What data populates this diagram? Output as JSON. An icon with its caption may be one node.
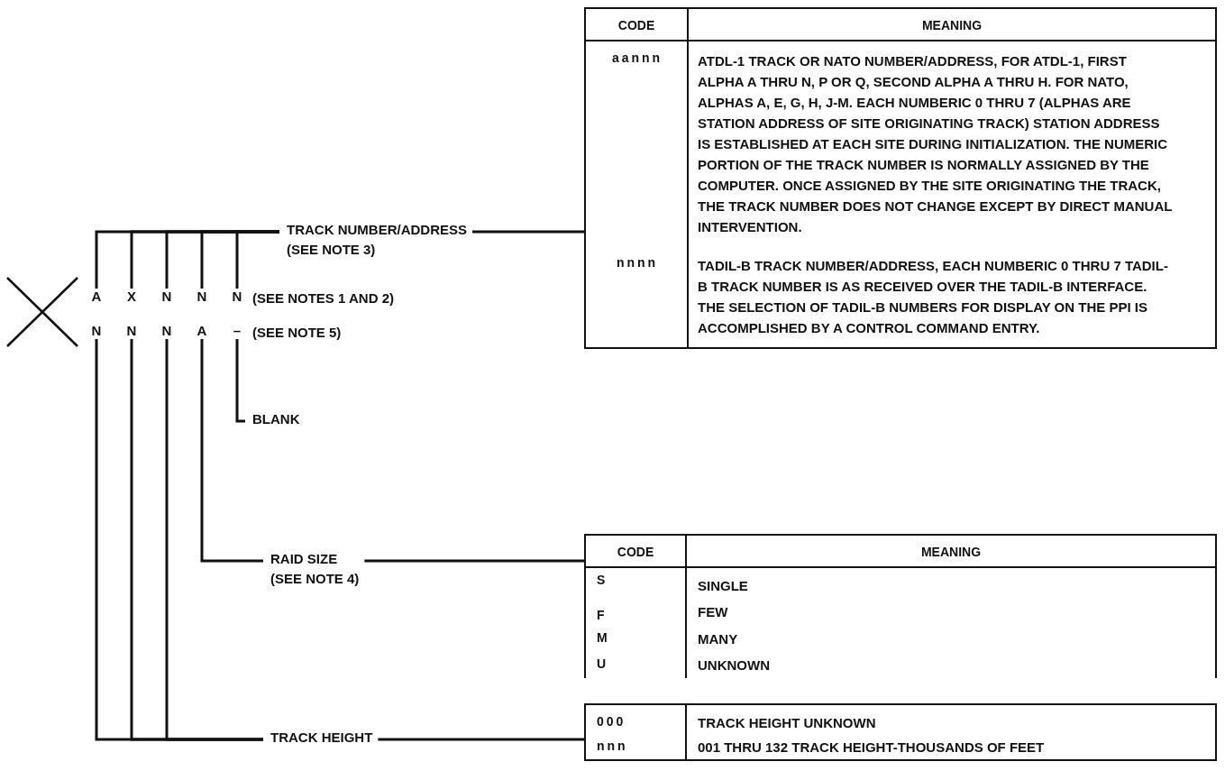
{
  "diagram": {
    "nodes": [
      {
        "text": [
          "CODE",
          "MEANING",
          "aannn",
          "ATDL-1 TRACK OR NATO NUMBER/ADDRESS, FOR ATDL-1, FIRST ALPHA A THRU N, P OR Q, SECOND ALPHA A THRU H. FOR NATO, ALPHAS A, E, G, H, J-M. EACH NUMBERIC 0 THRU 7 (ALPHAS ARE STATION ADDRESS OF SITE ORIGINATING TRACK) STATION ADDRESS IS ESTABLISHED AT EACH SITE DURING INITIALIZATION. THE NUMERIC PORTION OF THE TRACK NUMBER IS NORMALLY ASSIGNED BY THE COMPUTER. ONCE ASSIGNED BY THE SITE ORIGINATING THE TRACK, THE TRACK NUMBER DOES NOT CHANGE EXCEPT BY DIRECT MANUAL INTERVENTION.",
          "nnnn",
          "TADIL-B TRACK NUMBER/ADDRESS, EACH NUMBERIC 0 THRU 7 TADIL-B TRACK NUMBER IS AS RECEIVED OVER THE TADIL-B INTERFACE. THE SELECTION OF TADIL-B NUMBERS FOR DISPLAY ON THE PPI IS ACCOMPLISHED BY A CONTROL COMMAND ENTRY."
        ]
      },
      {
        "text": [
          "TRACK NUMBER/ADDRESS",
          "(SEE NOTE 3)"
        ]
      },
      {
        "text": [
          "A",
          "N"
        ]
      },
      {
        "text": [
          "X",
          "N"
        ]
      },
      {
        "text": [
          "N",
          "N"
        ]
      },
      {
        "text": [
          "N",
          "A"
        ]
      },
      {
        "text": [
          "N",
          "–"
        ]
      },
      {
        "text": [
          "BLANK"
        ]
      },
      {
        "text": [
          "CODE",
          "MEANING",
          "S",
          "SINGLE",
          "F",
          "FEW",
          "M",
          "MANY",
          "U",
          "UNKNOWN"
        ]
      },
      {
        "text": [
          "RAID SIZE",
          "(SEE NOTE 4)"
        ]
      },
      {
        "text": [
          "000",
          "TRACK HEIGHT UNKNOWN",
          "nnn",
          "001 THRU 132 TRACK HEIGHT-THOUSANDS OF FEET"
        ]
      },
      {
        "text": [
          "TRACK HEIGHT"
        ]
      }
    ],
    "edges": [
      {
        "from": 2,
        "to": 1,
        "arrow": "none"
      },
      {
        "from": 3,
        "to": 1,
        "arrow": "none"
      },
      {
        "from": 4,
        "to": 1,
        "arrow": "none"
      },
      {
        "from": 5,
        "to": 1,
        "arrow": "none"
      },
      {
        "from": 6,
        "to": 1,
        "arrow": "none"
      },
      {
        "from": 6,
        "to": 7,
        "arrow": "none"
      },
      {
        "from": 5,
        "to": 9,
        "arrow": "none"
      },
      {
        "from": 2,
        "to": 11,
        "arrow": "none"
      },
      {
        "from": 3,
        "to": 11,
        "arrow": "none"
      },
      {
        "from": 4,
        "to": 11,
        "arrow": "none"
      },
      {
        "from": 1,
        "to": 0,
        "arrow": "none"
      },
      {
        "from": 9,
        "to": 8,
        "arrow": "none"
      },
      {
        "from": 11,
        "to": 10,
        "arrow": "none"
      }
    ],
    "labels": [
      "(SEE NOTES 1 AND 2)",
      "(SEE NOTE 5)"
    ]
  }
}
